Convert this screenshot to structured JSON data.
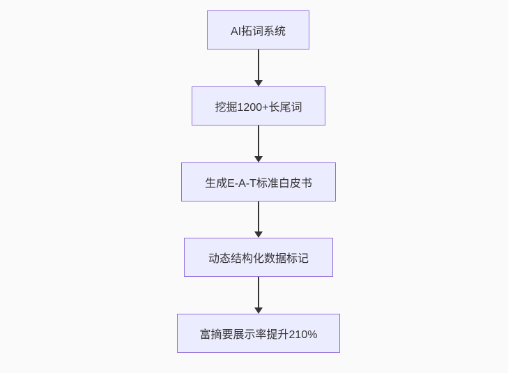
{
  "diagram": {
    "type": "flowchart",
    "direction": "top-down",
    "nodes": [
      {
        "id": "A",
        "label": "AI拓词系统"
      },
      {
        "id": "B",
        "label": "挖掘1200+长尾词"
      },
      {
        "id": "C",
        "label": "生成E-A-T标准白皮书"
      },
      {
        "id": "D",
        "label": "动态结构化数据标记"
      },
      {
        "id": "E",
        "label": "富摘要展示率提升210%"
      }
    ],
    "edges": [
      {
        "from": "A",
        "to": "B",
        "style": "arrow-down"
      },
      {
        "from": "B",
        "to": "C",
        "style": "arrow-down"
      },
      {
        "from": "C",
        "to": "D",
        "style": "arrow-down"
      },
      {
        "from": "D",
        "to": "E",
        "style": "arrow-down"
      }
    ],
    "colors": {
      "background": "#fafafa",
      "node_fill": "#ececff",
      "node_border": "#9370db",
      "edge": "#333333",
      "text": "#333333"
    }
  }
}
